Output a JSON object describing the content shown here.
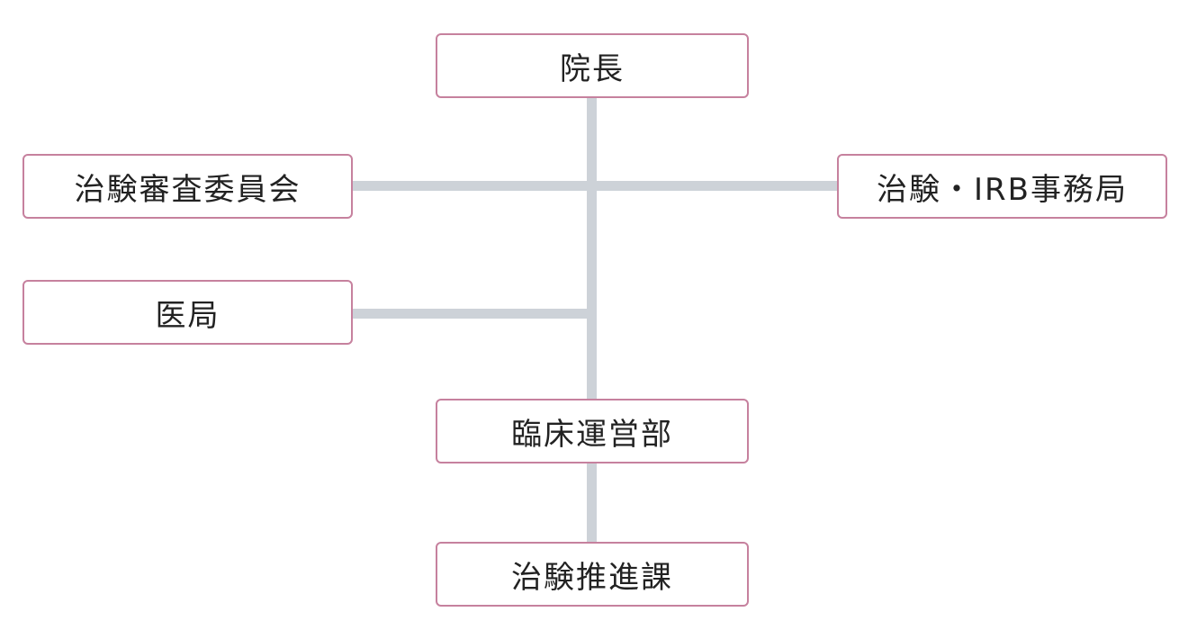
{
  "org_chart": {
    "director": "院長",
    "irb_committee": "治験審査委員会",
    "irb_office": "治験・IRB事務局",
    "medical_office": "医局",
    "clinical_operations": "臨床運営部",
    "trial_promotion": "治験推進課"
  },
  "colors": {
    "node_border": "#c6819e",
    "connector": "#cdd2d8",
    "text": "#222222"
  }
}
